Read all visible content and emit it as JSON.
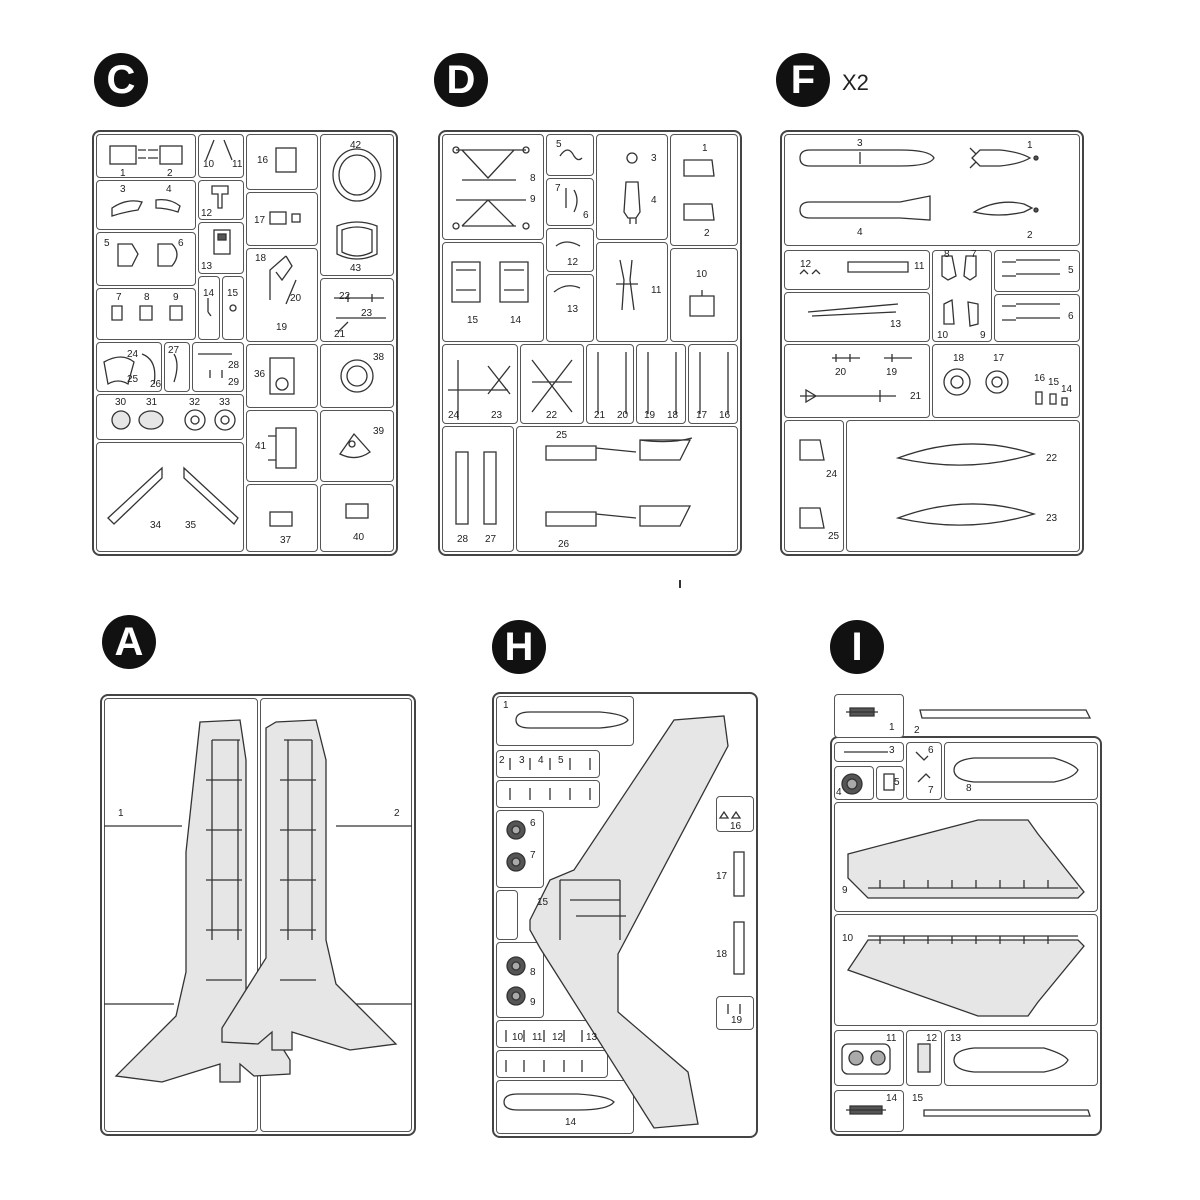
{
  "sprues": [
    {
      "letter": "C",
      "multiplier": "",
      "labels": [
        "1",
        "2",
        "10",
        "11",
        "16",
        "42",
        "3",
        "4",
        "12",
        "17",
        "5",
        "6",
        "13",
        "43",
        "18",
        "20",
        "7",
        "8",
        "9",
        "14",
        "15",
        "22",
        "23",
        "21",
        "19",
        "24",
        "25",
        "26",
        "27",
        "28",
        "29",
        "36",
        "38",
        "30",
        "31",
        "32",
        "33",
        "41",
        "39",
        "34",
        "35",
        "37",
        "40"
      ]
    },
    {
      "letter": "D",
      "multiplier": "",
      "labels": [
        "5",
        "6",
        "7",
        "8",
        "9",
        "3",
        "4",
        "1",
        "2",
        "12",
        "13",
        "11",
        "10",
        "15",
        "14",
        "24",
        "23",
        "22",
        "21",
        "20",
        "19",
        "18",
        "17",
        "16",
        "25",
        "26",
        "28",
        "27"
      ]
    },
    {
      "letter": "F",
      "multiplier": "X2",
      "labels": [
        "3",
        "1",
        "4",
        "2",
        "12",
        "11",
        "8",
        "7",
        "5",
        "13",
        "10",
        "9",
        "6",
        "20",
        "19",
        "18",
        "17",
        "16",
        "15",
        "14",
        "21",
        "24",
        "22",
        "25",
        "23"
      ]
    },
    {
      "letter": "A",
      "multiplier": "",
      "labels": [
        "1",
        "2"
      ]
    },
    {
      "letter": "H",
      "multiplier": "",
      "labels": [
        "1",
        "2",
        "3",
        "4",
        "5",
        "6",
        "7",
        "15",
        "16",
        "17",
        "18",
        "8",
        "9",
        "19",
        "10",
        "11",
        "12",
        "13",
        "14"
      ]
    },
    {
      "letter": "I",
      "multiplier": "",
      "labels": [
        "1",
        "2",
        "3",
        "6",
        "4",
        "5",
        "7",
        "8",
        "9",
        "10",
        "11",
        "12",
        "13",
        "14",
        "15"
      ]
    }
  ]
}
